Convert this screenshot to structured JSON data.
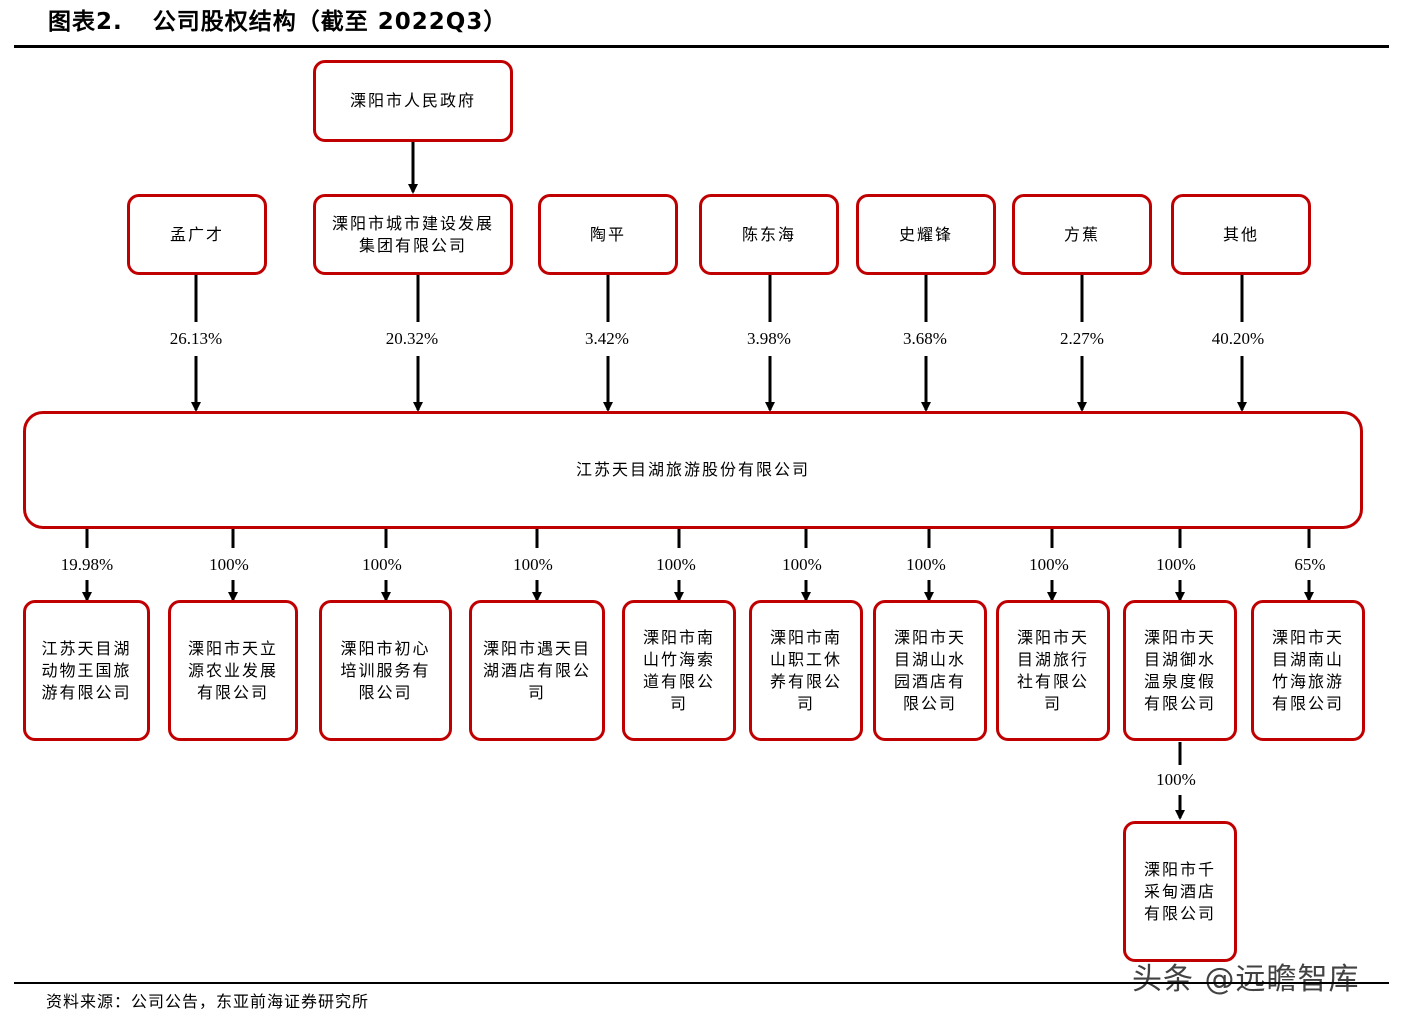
{
  "header": {
    "figure_number": "图表2.",
    "title": "公司股权结构（截至 2022Q3）"
  },
  "government": {
    "label": "溧阳市人民政府"
  },
  "shareholders": [
    {
      "label": "孟广才",
      "pct": "26.13%"
    },
    {
      "label": "溧阳市城市建设发展集团有限公司",
      "pct": "20.32%"
    },
    {
      "label": "陶平",
      "pct": "3.42%"
    },
    {
      "label": "陈东海",
      "pct": "3.98%"
    },
    {
      "label": "史耀锋",
      "pct": "3.68%"
    },
    {
      "label": "方蕉",
      "pct": "2.27%"
    },
    {
      "label": "其他",
      "pct": "40.20%"
    }
  ],
  "company": {
    "label": "江苏天目湖旅游股份有限公司"
  },
  "subsidiaries": [
    {
      "label": "江苏天目湖动物王国旅游有限公司",
      "pct": "19.98%"
    },
    {
      "label": "溧阳市天立源农业发展有限公司",
      "pct": "100%"
    },
    {
      "label": "溧阳市初心培训服务有限公司",
      "pct": "100%"
    },
    {
      "label": "溧阳市遇天目湖酒店有限公司",
      "pct": "100%"
    },
    {
      "label": "溧阳市南山竹海索道有限公司",
      "pct": "100%"
    },
    {
      "label": "溧阳市南山职工休养有限公司",
      "pct": "100%"
    },
    {
      "label": "溧阳市天目湖山水园酒店有限公司",
      "pct": "100%"
    },
    {
      "label": "溧阳市天目湖旅行社有限公司",
      "pct": "100%"
    },
    {
      "label": "溧阳市天目湖御水温泉度假有限公司",
      "pct": "100%"
    },
    {
      "label": "溧阳市天目湖南山竹海旅游有限公司",
      "pct": "65%"
    }
  ],
  "sub_subsidiary": {
    "label": "溧阳市千采甸酒店有限公司",
    "pct": "100%"
  },
  "footer": {
    "source": "资料来源：公司公告，东亚前海证券研究所",
    "watermark": "头条 @远瞻智库"
  },
  "colors": {
    "box_border": "#c00000",
    "line": "#000000"
  }
}
